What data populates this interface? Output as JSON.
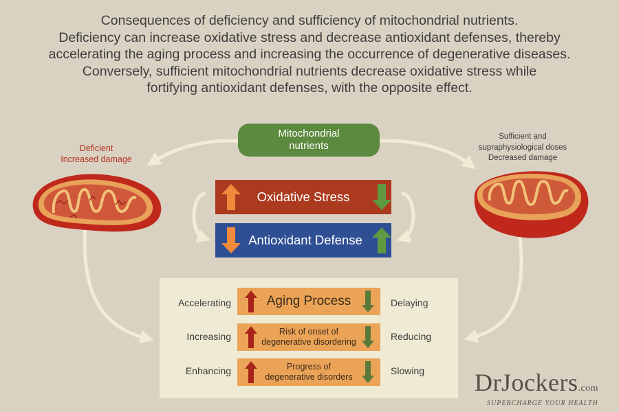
{
  "caption": {
    "lines": [
      "Consequences of deficiency and sufficiency of mitochondrial nutrients.",
      "Deficiency can increase oxidative stress and decrease antioxidant defenses, thereby",
      "accelerating the aging process and increasing the occurrence of degenerative diseases.",
      "Conversely, sufficient mitochondrial nutrients decrease oxidative stress while",
      "fortifying antioxidant defenses, with the opposite effect."
    ]
  },
  "center_node": {
    "line1": "Mitochondrial",
    "line2": "nutrients",
    "color": "#5c8a3f"
  },
  "left_node": {
    "line1": "Deficient",
    "line2": "Increased damage",
    "color": "#b63322"
  },
  "right_node": {
    "line1": "Sufficient and",
    "line2": "supraphysiological doses",
    "line3": "Decreased damage"
  },
  "bars": {
    "oxidative": {
      "label": "Oxidative Stress",
      "color": "#ac3a1e"
    },
    "antioxidant": {
      "label": "Antioxidant Defense",
      "color": "#2f4f95"
    }
  },
  "effects": [
    {
      "left": "Accelerating",
      "label_lines": [
        "Aging Process"
      ],
      "right": "Delaying"
    },
    {
      "left": "Increasing",
      "label_lines": [
        "Risk of onset of",
        "degenerative disordering"
      ],
      "right": "Reducing"
    },
    {
      "left": "Enhancing",
      "label_lines": [
        "Progress of",
        "degenerative disorders"
      ],
      "right": "Slowing"
    }
  ],
  "brand": {
    "name": "DrJockers",
    "domain": ".com",
    "tagline": "SUPERCHARGE YOUR HEALTH"
  },
  "icons": {
    "up_orange": "arrow-up-icon",
    "down_green": "arrow-down-icon",
    "up_red": "arrow-up-icon",
    "down_orange": "arrow-down-icon",
    "up_green": "arrow-up-icon"
  },
  "colors": {
    "arrow_orange": "#f08a3c",
    "arrow_green": "#5e9a42",
    "arrow_red": "#a8241b",
    "arrow_green_dark": "#5b7a3a",
    "flow_arrow": "#f2ecd6"
  }
}
